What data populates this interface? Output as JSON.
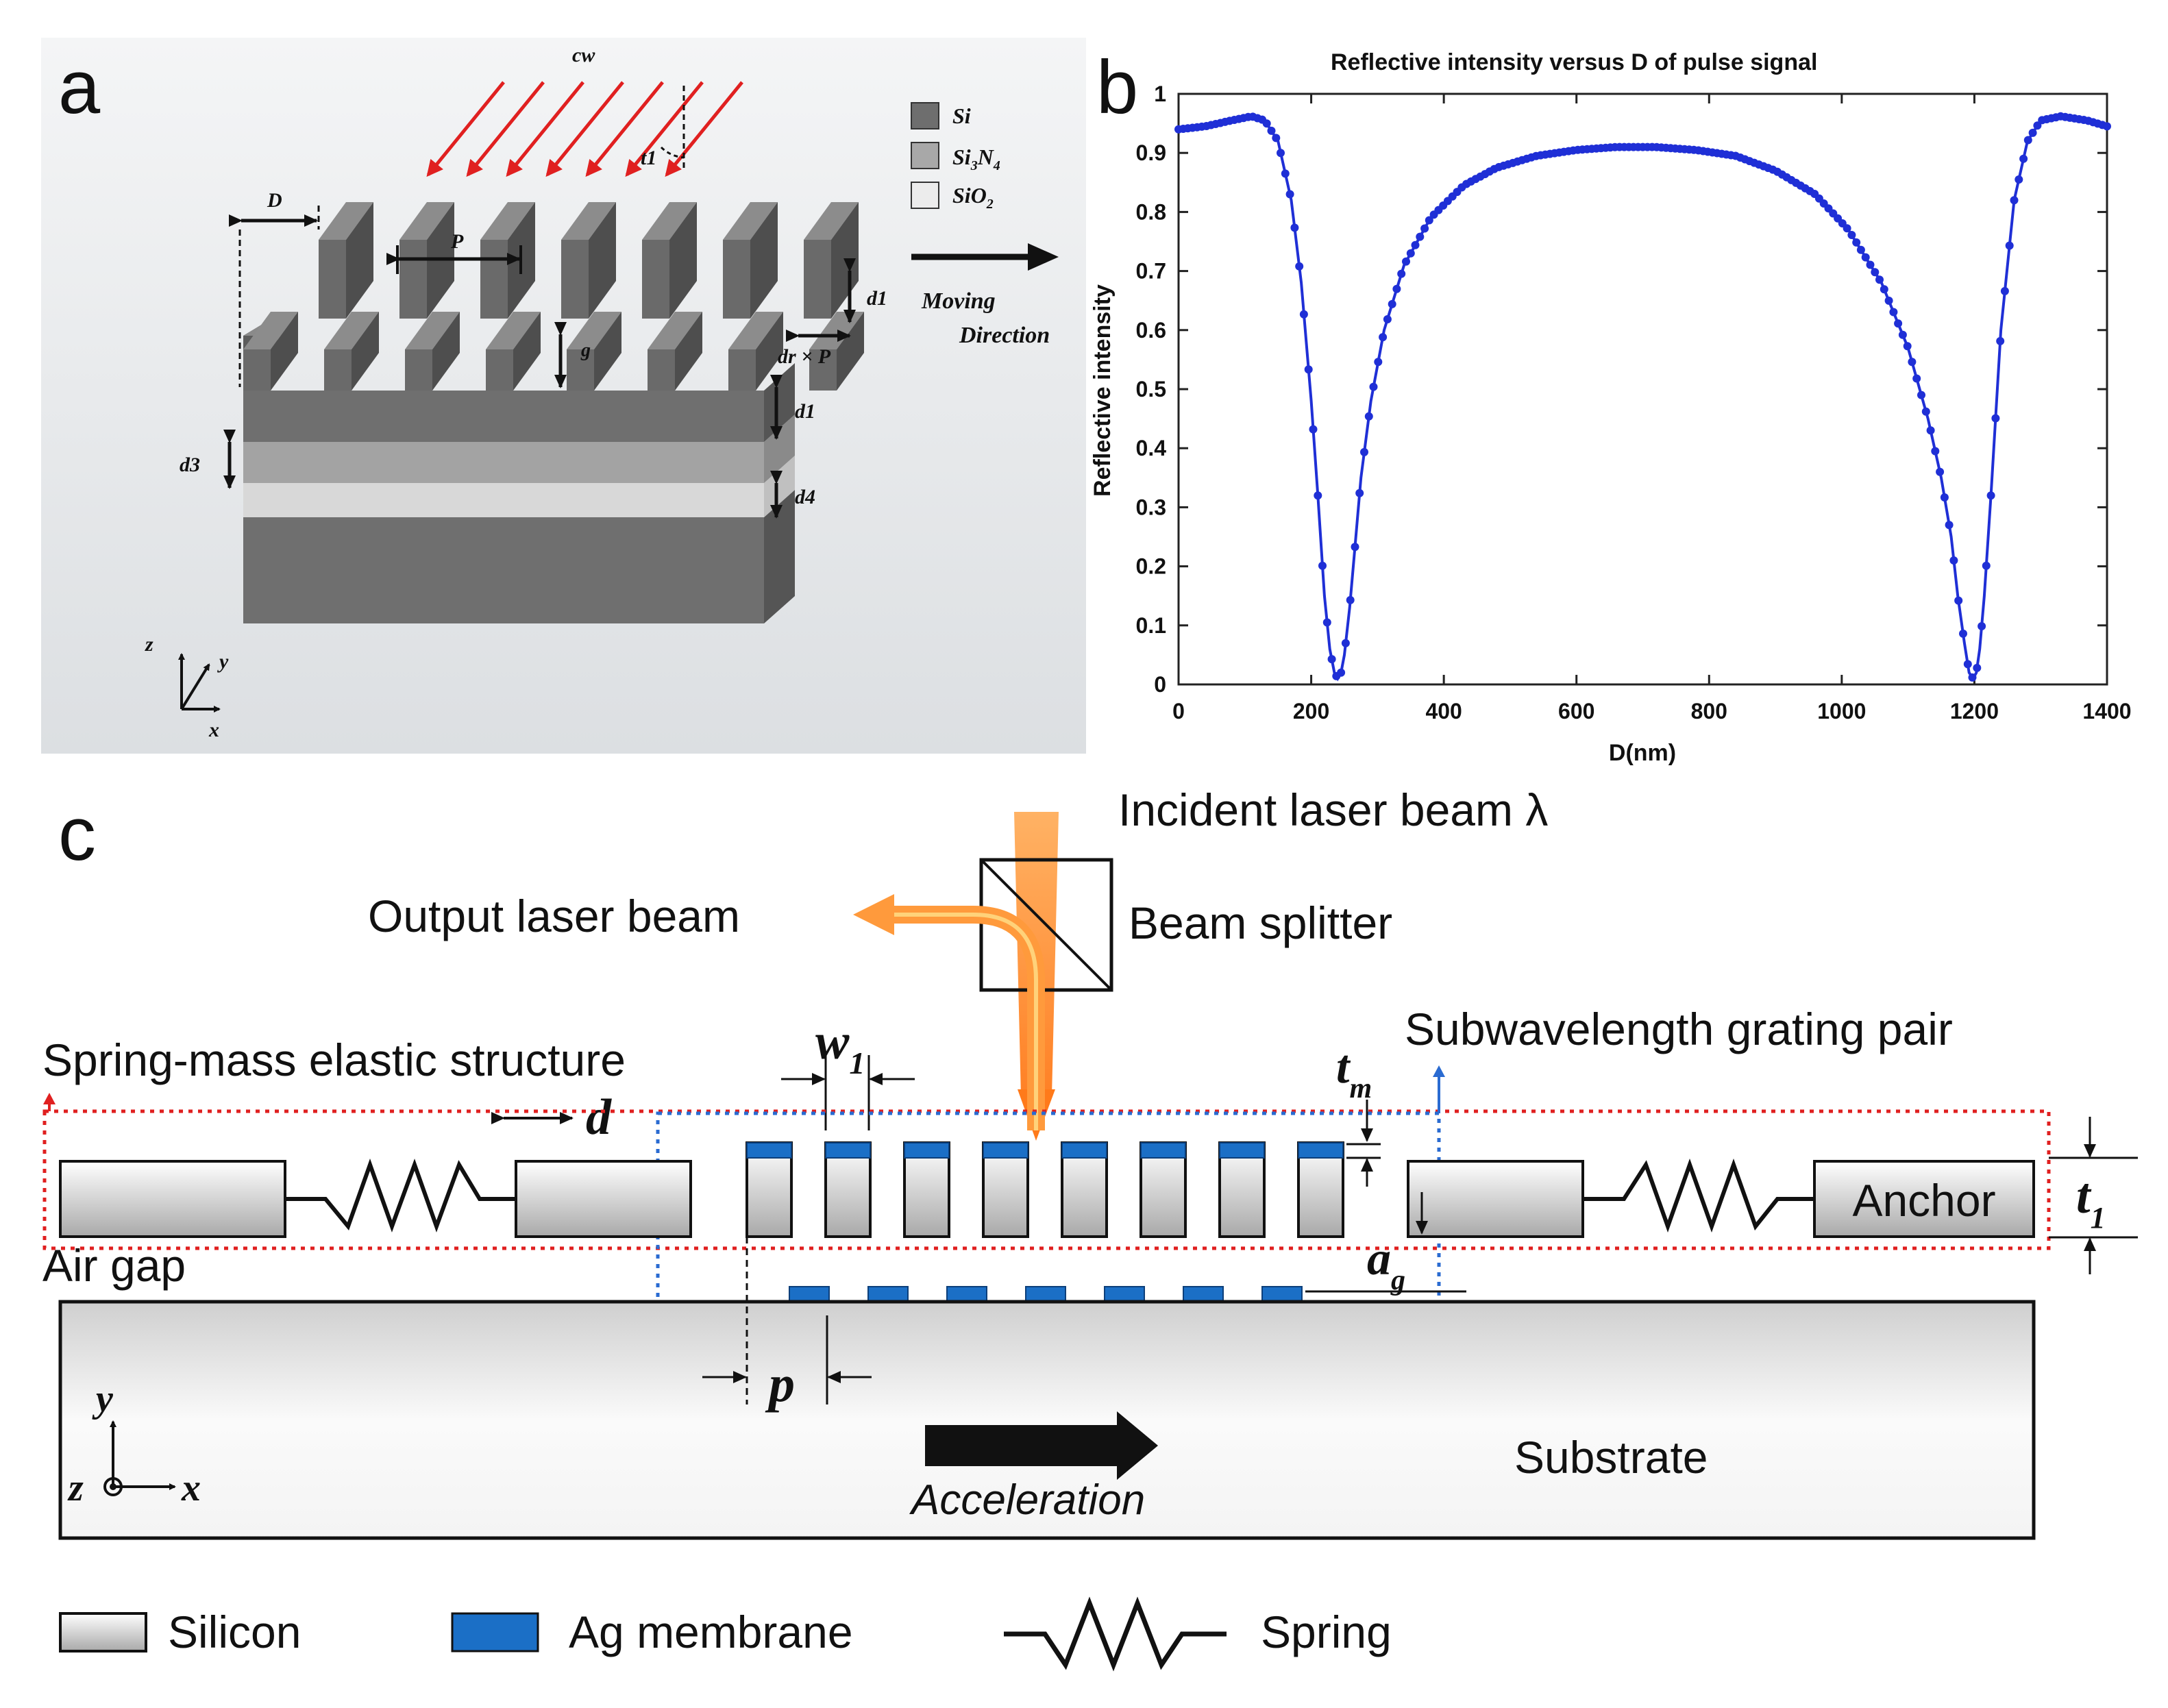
{
  "panel_a": {
    "letter": "a",
    "legend": [
      {
        "label": "Si",
        "color": "#6e6e6e"
      },
      {
        "label": "Si3N4",
        "label_main": "Si",
        "label_sub1": "3",
        "label_mid": "N",
        "label_sub2": "4",
        "color": "#a8a8a8"
      },
      {
        "label": "SiO2",
        "label_main": "SiO",
        "label_sub": "2",
        "color": "#ececec"
      }
    ],
    "labels": {
      "cw": "cw",
      "t1": "t1",
      "D": "D",
      "P": "P",
      "d1_top": "d1",
      "g": "g",
      "drxP": "dr × P",
      "d1": "d1",
      "d3": "d3",
      "d4": "d4",
      "moving1": "Moving",
      "moving2": "Direction",
      "ax_z": "z",
      "ax_y": "y",
      "ax_x": "x"
    },
    "colors": {
      "si": "#6b6b6b",
      "si3n4": "#9d9d9d",
      "sio2": "#cfcfcf",
      "arrows": "#e02020",
      "background": "#e9ebed"
    }
  },
  "panel_b": {
    "letter": "b",
    "chart_data": {
      "type": "line",
      "title": "Reflective intensity versus D of pulse signal",
      "xlabel": "D(nm)",
      "ylabel": "Reflective intensity",
      "xlim": [
        0,
        1400
      ],
      "ylim": [
        0,
        1
      ],
      "xticks": [
        "0",
        "200",
        "400",
        "600",
        "800",
        "1000",
        "1200",
        "1400"
      ],
      "yticks": [
        "0",
        "0.1",
        "0.2",
        "0.3",
        "0.4",
        "0.5",
        "0.6",
        "0.7",
        "0.8",
        "0.9",
        "1"
      ],
      "color": "#1f2fd6",
      "series": [
        {
          "x": [
            0,
            40,
            80,
            110,
            130,
            150,
            170,
            185,
            200,
            210,
            220,
            228,
            235,
            240,
            245,
            250,
            258,
            265,
            275,
            290,
            310,
            340,
            380,
            430,
            480,
            540,
            600,
            660,
            720,
            780,
            840,
            900,
            960,
            1010,
            1060,
            1100,
            1130,
            1150,
            1165,
            1175,
            1185,
            1192,
            1198,
            1203,
            1208,
            1215,
            1225,
            1240,
            1260,
            1280,
            1300,
            1330,
            1370,
            1400
          ],
          "y": [
            0.94,
            0.945,
            0.955,
            0.962,
            0.955,
            0.92,
            0.82,
            0.68,
            0.48,
            0.32,
            0.15,
            0.06,
            0.02,
            0.01,
            0.02,
            0.05,
            0.13,
            0.22,
            0.35,
            0.48,
            0.6,
            0.71,
            0.79,
            0.845,
            0.875,
            0.895,
            0.905,
            0.91,
            0.91,
            0.905,
            0.895,
            0.87,
            0.83,
            0.77,
            0.68,
            0.57,
            0.45,
            0.35,
            0.25,
            0.15,
            0.07,
            0.02,
            0.01,
            0.02,
            0.06,
            0.15,
            0.32,
            0.6,
            0.82,
            0.92,
            0.955,
            0.962,
            0.955,
            0.945
          ]
        }
      ]
    }
  },
  "panel_c": {
    "letter": "c",
    "labels": {
      "incident": "Incident laser beam λ",
      "output": "Output laser beam",
      "splitter": "Beam splitter",
      "spring_mass": "Spring-mass elastic structure",
      "subwavelength": "Subwavelength grating pair",
      "w1_main": "w",
      "w1_sub": "1",
      "d": "d",
      "tm_main": "t",
      "tm_sub": "m",
      "t1_main": "t",
      "t1_sub": "1",
      "ag_main": "a",
      "ag_sub": "g",
      "anchor": "Anchor",
      "air_gap": "Air gap",
      "p": "p",
      "substrate": "Substrate",
      "acceleration": "Acceleration",
      "ax_y": "y",
      "ax_z": "z",
      "ax_x": "x"
    },
    "legend": {
      "silicon": "Silicon",
      "ag": "Ag membrane",
      "spring": "Spring"
    },
    "colors": {
      "ag": "#1b6fc6",
      "beam": "#ff7a1a",
      "red_box": "#e02020",
      "blue_box": "#2a6bd1"
    }
  }
}
